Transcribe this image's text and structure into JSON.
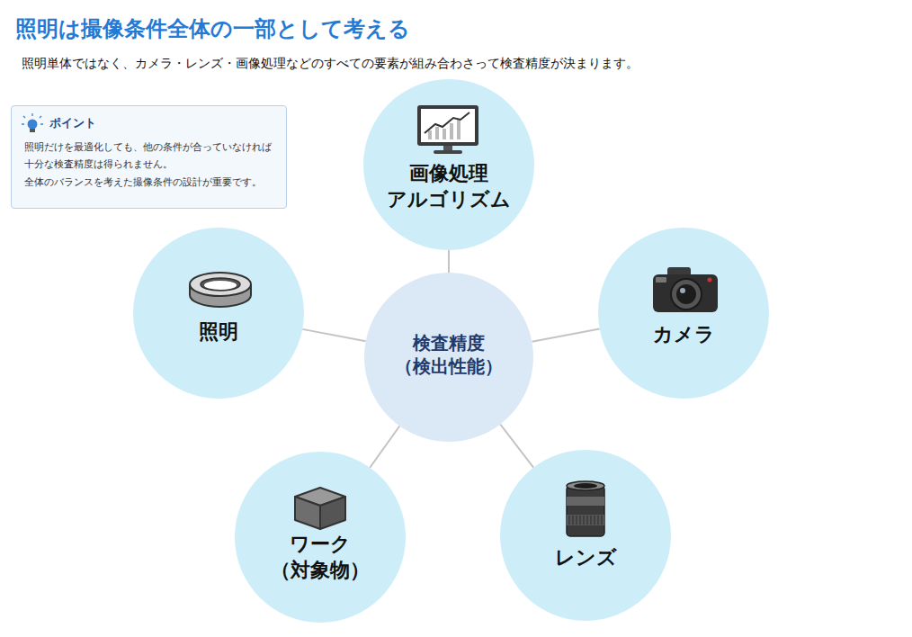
{
  "diagram": {
    "title": "照明は撮像条件全体の一部として考える",
    "nodes": [
      {
        "text": [
          "ポイント",
          "照明だけを最適化しても、他の条件が合っていなければ十分な検査精度は得られません。",
          "全体のバランスを考えた撮像条件の設計が重要です。"
        ]
      },
      {
        "text": [
          "画像処理 アルゴリズム"
        ]
      },
      {
        "text": [
          "照明"
        ]
      },
      {
        "text": [
          "検査精度（検出性能）"
        ]
      },
      {
        "text": [
          "カメラ"
        ]
      },
      {
        "text": [
          "ワーク（対象物）"
        ]
      },
      {
        "text": [
          "レンズ"
        ]
      }
    ],
    "edges": [
      {
        "from": 3,
        "to": 1,
        "arrow": "none"
      },
      {
        "from": 3,
        "to": 2,
        "arrow": "none"
      },
      {
        "from": 3,
        "to": 4,
        "arrow": "none"
      },
      {
        "from": 3,
        "to": 5,
        "arrow": "none"
      },
      {
        "from": 3,
        "to": 6,
        "arrow": "none"
      }
    ],
    "labels": [
      "照明単体ではなく、カメラ・レンズ・画像処理などのすべての要素が組み合わさって検査精度が決まります。"
    ]
  }
}
